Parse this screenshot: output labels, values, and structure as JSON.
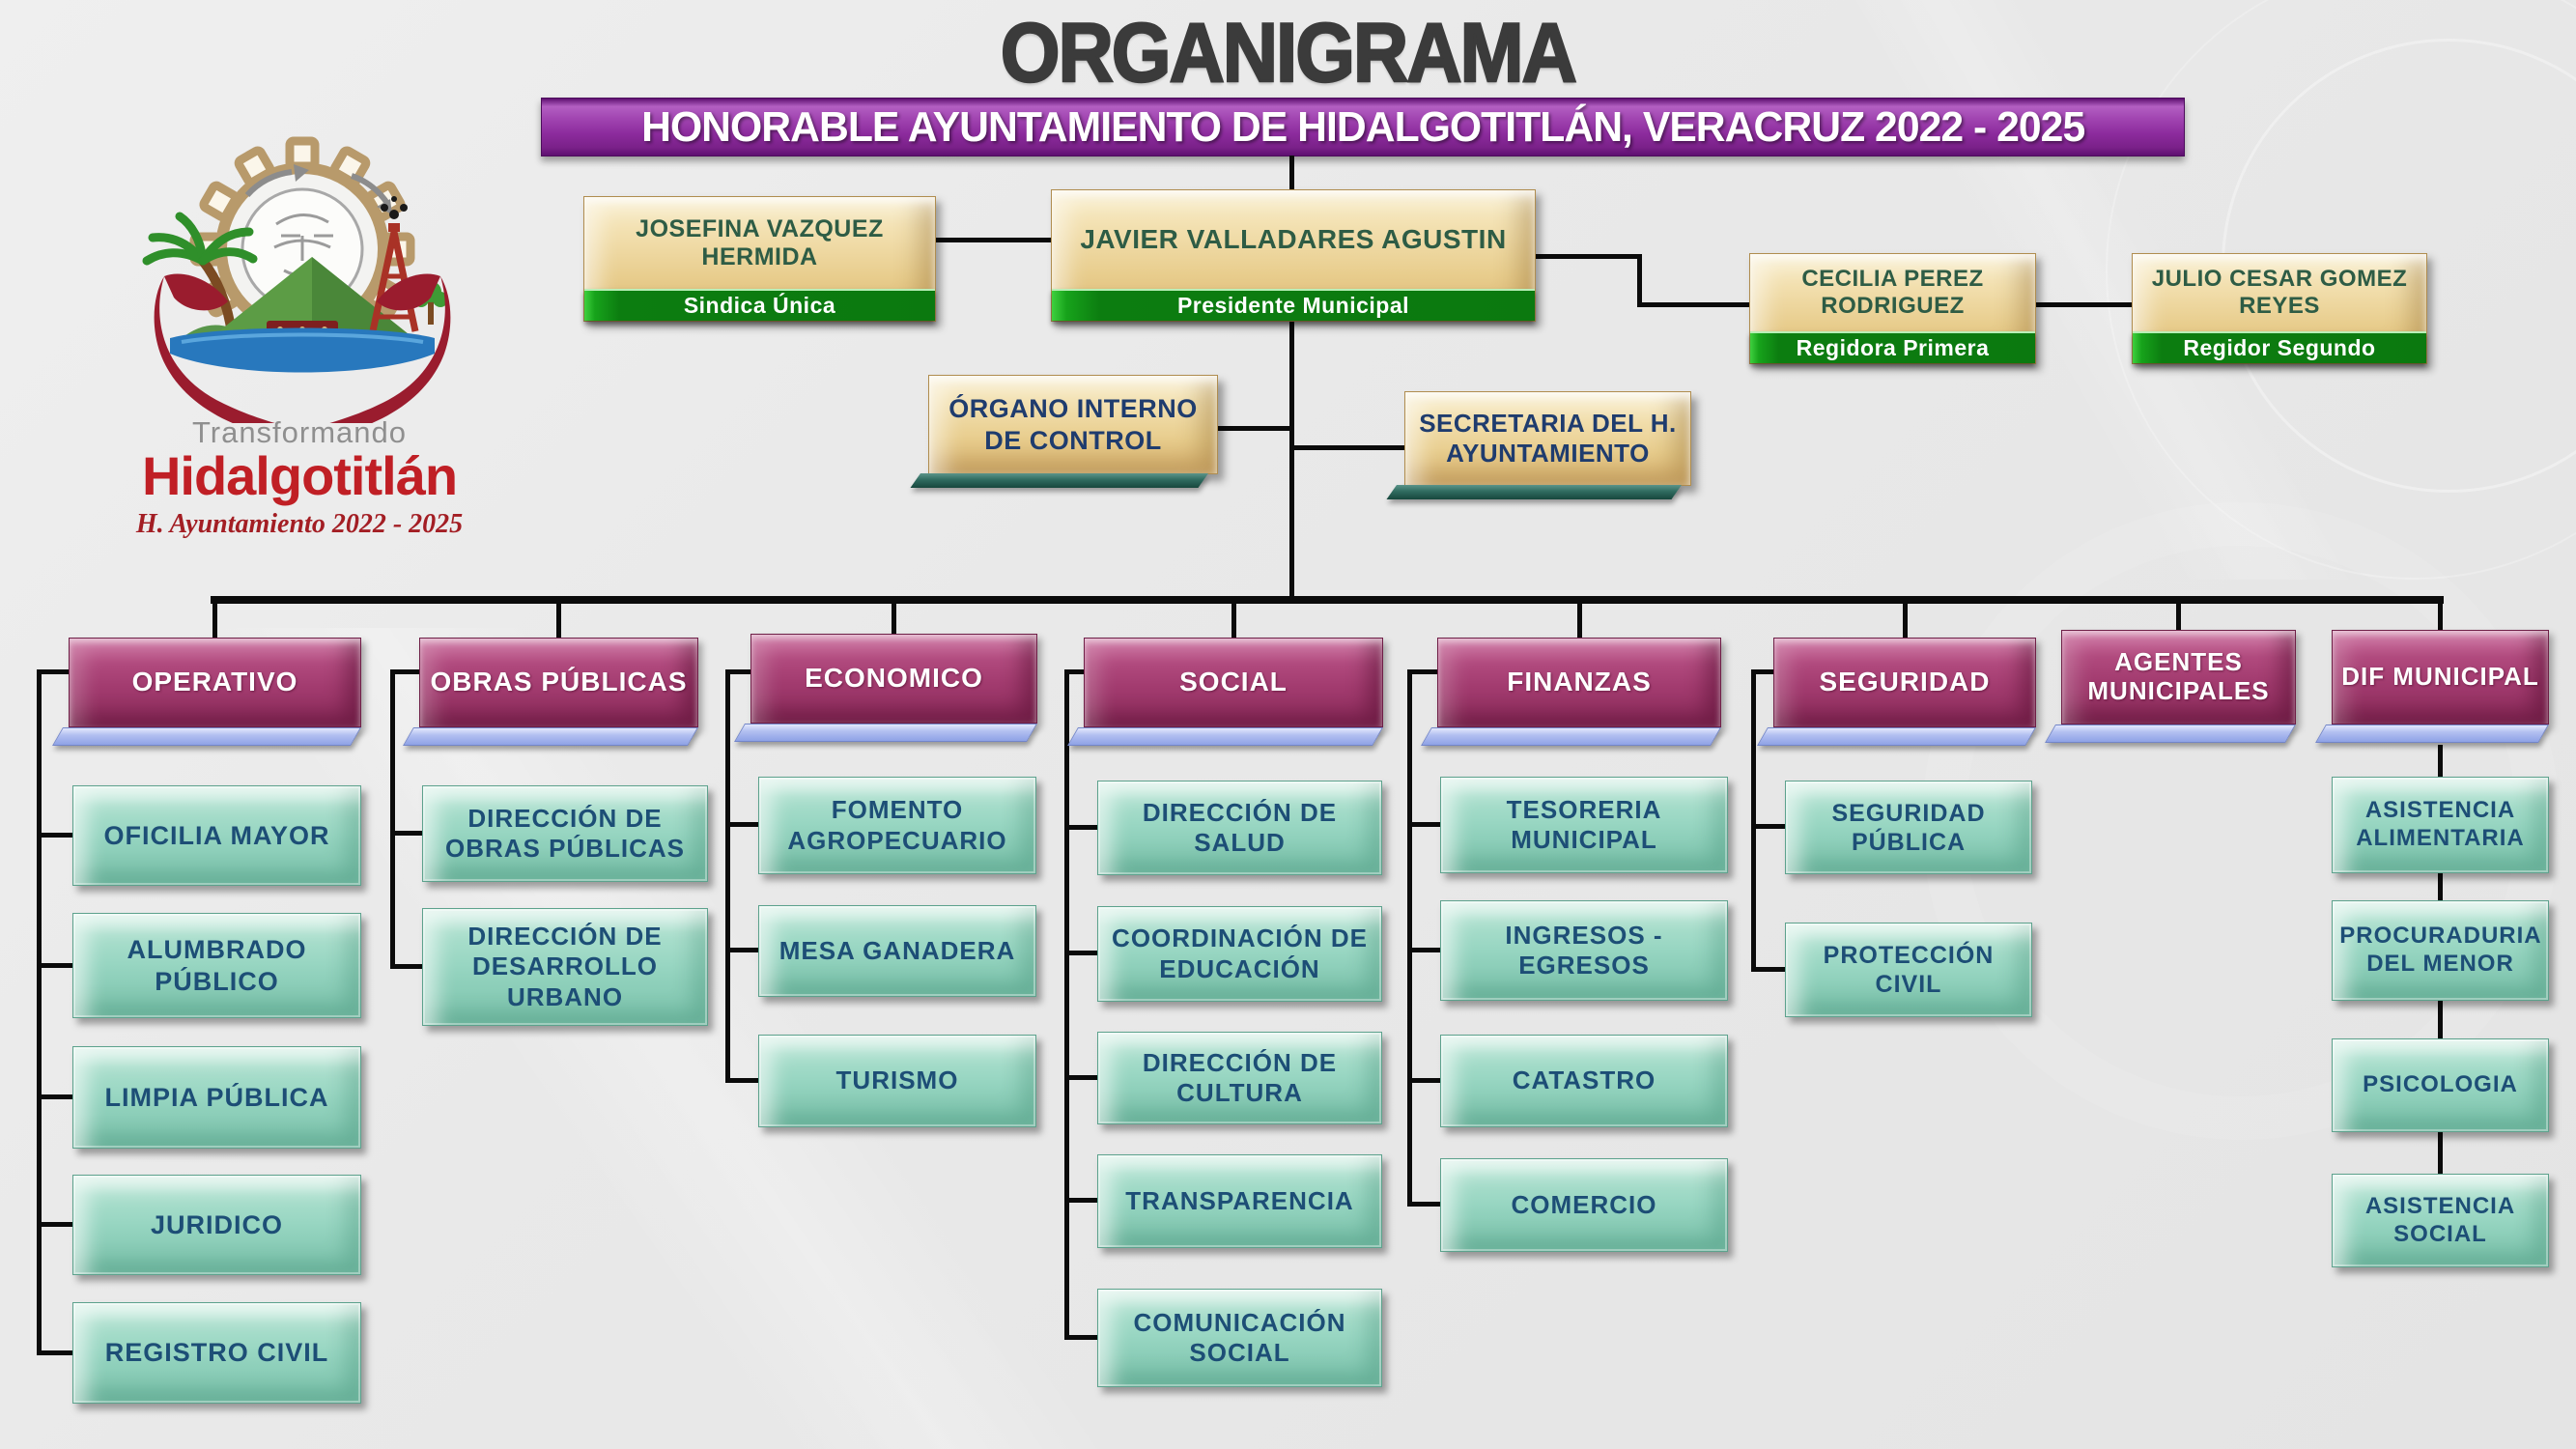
{
  "title": "ORGANIGRAMA",
  "banner": "HONORABLE AYUNTAMIENTO DE HIDALGOTITLÁN, VERACRUZ 2022 - 2025",
  "logo": {
    "tagline": "Transformando",
    "municipality": "Hidalgotitlán",
    "term": "H. Ayuntamiento 2022 - 2025"
  },
  "officials": [
    {
      "name": "JOSEFINA VAZQUEZ HERMIDA",
      "role": "Sindica Única"
    },
    {
      "name": "JAVIER VALLADARES AGUSTIN",
      "role": "Presidente Municipal"
    },
    {
      "name": "CECILIA PEREZ RODRIGUEZ",
      "role": "Regidora Primera"
    },
    {
      "name": "JULIO CESAR GOMEZ REYES",
      "role": "Regidor Segundo"
    }
  ],
  "staff_units": [
    {
      "label": "ÓRGANO INTERNO DE CONTROL"
    },
    {
      "label": "SECRETARIA DEL H. AYUNTAMIENTO"
    }
  ],
  "departments": [
    {
      "label": "OPERATIVO",
      "children": [
        "OFICILIA MAYOR",
        "ALUMBRADO PÚBLICO",
        "LIMPIA PÚBLICA",
        "JURIDICO",
        "REGISTRO CIVIL"
      ]
    },
    {
      "label": "OBRAS PÚBLICAS",
      "children": [
        "DIRECCIÓN DE OBRAS PÚBLICAS",
        "DIRECCIÓN DE DESARROLLO URBANO"
      ]
    },
    {
      "label": "ECONOMICO",
      "children": [
        "FOMENTO AGROPECUARIO",
        "MESA GANADERA",
        "TURISMO"
      ]
    },
    {
      "label": "SOCIAL",
      "children": [
        "DIRECCIÓN DE SALUD",
        "COORDINACIÓN DE EDUCACIÓN",
        "DIRECCIÓN DE CULTURA",
        "TRANSPARENCIA",
        "COMUNICACIÓN SOCIAL"
      ]
    },
    {
      "label": "FINANZAS",
      "children": [
        "TESORERIA MUNICIPAL",
        "INGRESOS - EGRESOS",
        "CATASTRO",
        "COMERCIO"
      ]
    },
    {
      "label": "SEGURIDAD",
      "children": [
        "SEGURIDAD PÚBLICA",
        "PROTECCIÓN CIVIL"
      ]
    },
    {
      "label": "AGENTES MUNICIPALES",
      "children": []
    },
    {
      "label": "DIF MUNICIPAL",
      "children": [
        "ASISTENCIA ALIMENTARIA",
        "PROCURADURIA DEL MENOR",
        "PSICOLOGIA",
        "ASISTENCIA SOCIAL"
      ]
    }
  ],
  "colors": {
    "banner_purple": "#8c2b9d",
    "official_gold": "#eed9a4",
    "role_green": "#0b790f",
    "department_magenta": "#a23b6f",
    "department_base_blue": "#9fb1ea",
    "unit_teal": "#98d6c2",
    "staff_base_teal": "#2f6b5f",
    "text_navy": "#1d4e76",
    "text_green": "#2e5c45",
    "connector_black": "#0b0b0b",
    "logo_red": "#c01f25",
    "background_gray": "#e9e9e9"
  }
}
